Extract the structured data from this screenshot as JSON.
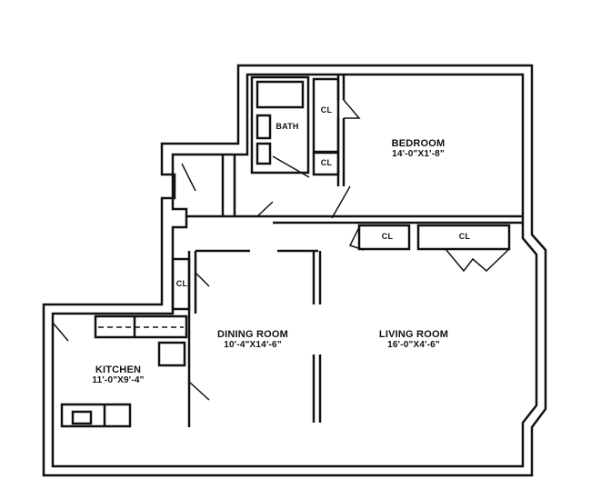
{
  "diagram": {
    "type": "floor-plan",
    "wall_color": "#111111",
    "background": "#ffffff"
  },
  "rooms": {
    "bedroom": {
      "name": "BEDROOM",
      "dimensions": "14'-0\"X1'-8\""
    },
    "living_room": {
      "name": "LIVING ROOM",
      "dimensions": "16'-0\"X4'-6\""
    },
    "dining_room": {
      "name": "DINING ROOM",
      "dimensions": "10'-4\"X14'-6\""
    },
    "kitchen": {
      "name": "KITCHEN",
      "dimensions": "11'-0\"X9'-4\""
    },
    "bath": {
      "name": "BATH"
    }
  },
  "closets": [
    {
      "label": "CL"
    },
    {
      "label": "CL"
    },
    {
      "label": "CL"
    },
    {
      "label": "CL"
    },
    {
      "label": "CL"
    }
  ]
}
